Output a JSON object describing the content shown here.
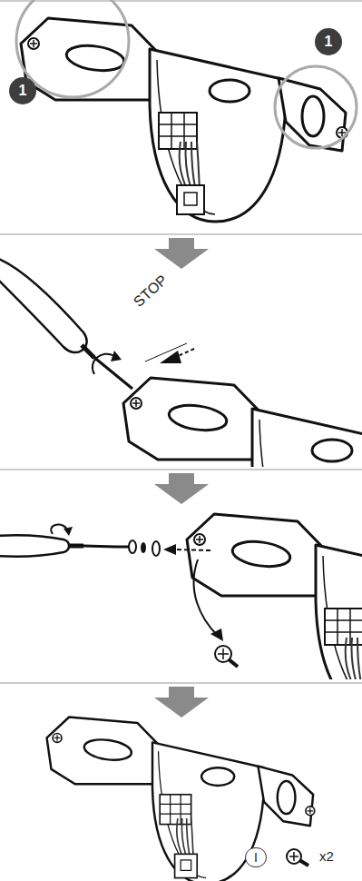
{
  "diagram": {
    "nodes": [
      {
        "text": [
          "1"
        ]
      },
      {
        "text": [
          "1"
        ]
      },
      {
        "text": [
          "I"
        ]
      }
    ],
    "labels": [
      "STOP",
      "x2"
    ]
  }
}
